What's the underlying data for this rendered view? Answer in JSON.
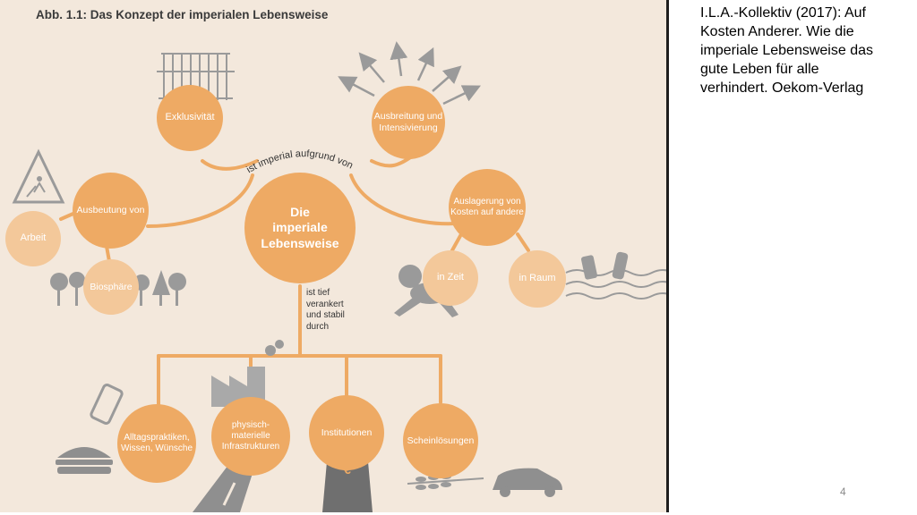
{
  "figure": {
    "title": "Abb. 1.1: Das Konzept der imperialen Lebensweise",
    "center_node": "Die\nimperiale\nLebensweise",
    "arc_label": "ist imperial aufgrund von",
    "reasons": {
      "exklusivitaet": "Exklusivität",
      "ausbreitung": "Ausbreitung und\nIntensivierung",
      "ausbeutung": "Ausbeutung von",
      "auslagerung": "Auslagerung von\nKosten auf andere"
    },
    "sub_nodes": {
      "arbeit": "Arbeit",
      "biosphaere": "Biosphäre",
      "in_zeit": "in Zeit",
      "in_raum": "in Raum"
    },
    "anchoring_label": "ist tief\nverankert\nund stabil\ndurch",
    "foundations": {
      "alltag": "Alltagspraktiken,\nWissen, Wünsche",
      "infrastruktur": "physisch-\nmaterielle\nInfrastrukturen",
      "institutionen": "Institutionen",
      "scheinloesungen": "Scheinlösungen"
    },
    "colors": {
      "background": "#f3e8dc",
      "node": "#eeaa64",
      "node_light": "#f3c89a",
      "line": "#eeaa64",
      "icon": "#9a9a9a"
    }
  },
  "citation": "I.L.A.-Kollektiv (2017): Auf\nKosten Anderer. Wie die\nimperiale Lebensweise das\ngute Leben für alle\nverhindert. Oekom-Verlag",
  "page_number": "4"
}
